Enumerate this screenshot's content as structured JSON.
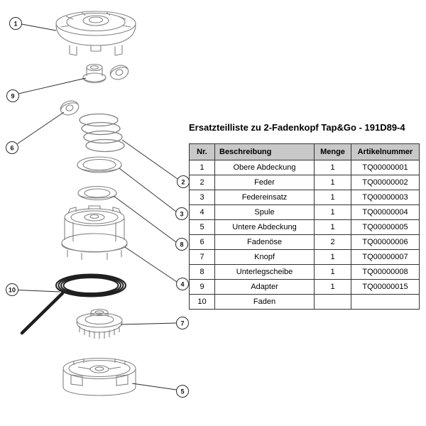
{
  "title": "Ersatzteilliste zu 2-Fadenkopf Tap&Go - 191D89-4",
  "table": {
    "headers": {
      "nr": "Nr.",
      "beschreibung": "Beschreibung",
      "menge": "Menge",
      "artikelnummer": "Artikelnummer"
    },
    "rows": [
      {
        "nr": "1",
        "beschreibung": "Obere Abdeckung",
        "menge": "1",
        "artikelnummer": "TQ00000001"
      },
      {
        "nr": "2",
        "beschreibung": "Feder",
        "menge": "1",
        "artikelnummer": "TQ00000002"
      },
      {
        "nr": "3",
        "beschreibung": "Federeinsatz",
        "menge": "1",
        "artikelnummer": "TQ00000003"
      },
      {
        "nr": "4",
        "beschreibung": "Spule",
        "menge": "1",
        "artikelnummer": "TQ00000004"
      },
      {
        "nr": "5",
        "beschreibung": "Untere Abdeckung",
        "menge": "1",
        "artikelnummer": "TQ00000005"
      },
      {
        "nr": "6",
        "beschreibung": "Fadenöse",
        "menge": "2",
        "artikelnummer": "TQ00000006"
      },
      {
        "nr": "7",
        "beschreibung": "Knopf",
        "menge": "1",
        "artikelnummer": "TQ00000007"
      },
      {
        "nr": "8",
        "beschreibung": "Unterlegscheibe",
        "menge": "1",
        "artikelnummer": "TQ00000008"
      },
      {
        "nr": "9",
        "beschreibung": "Adapter",
        "menge": "1",
        "artikelnummer": "TQ00000015"
      },
      {
        "nr": "10",
        "beschreibung": "Faden",
        "menge": "",
        "artikelnummer": ""
      }
    ]
  },
  "diagram": {
    "callouts": [
      "1",
      "9",
      "6",
      "2",
      "3",
      "8",
      "4",
      "10",
      "7",
      "5"
    ]
  }
}
